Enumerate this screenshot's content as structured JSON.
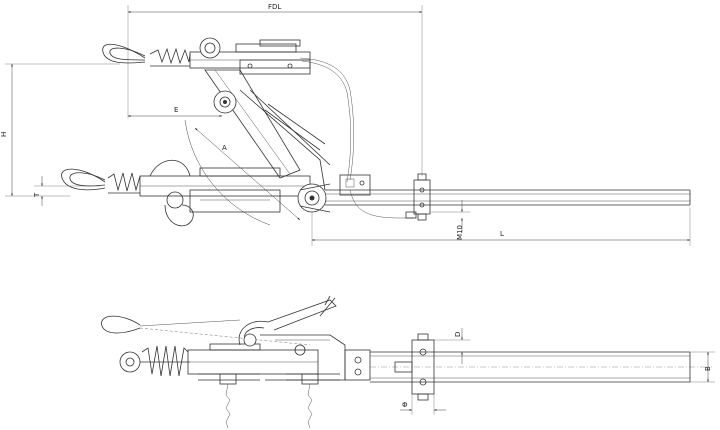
{
  "dimensions": {
    "fdl": "FDL",
    "e": "E",
    "h": "H",
    "t": "T",
    "a": "A",
    "m10": "M10",
    "l": "L",
    "d": "D",
    "b": "B",
    "phi": "Φ"
  }
}
